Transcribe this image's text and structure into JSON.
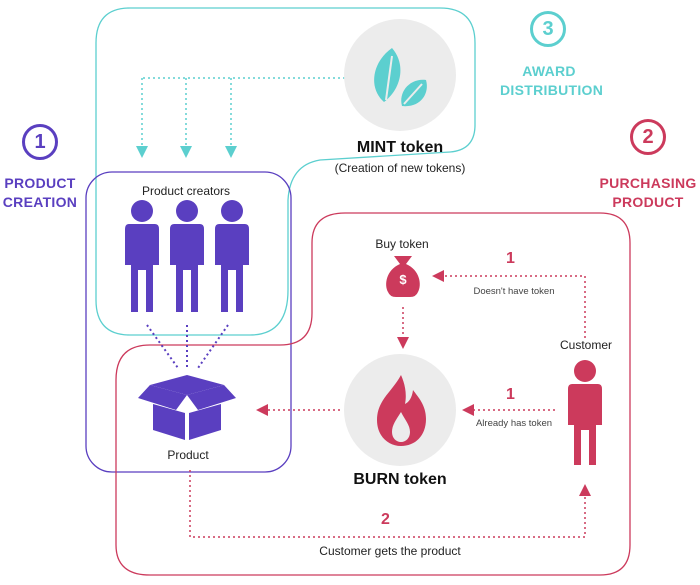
{
  "sections": {
    "creation": {
      "number": "1",
      "title_line1": "PRODUCT",
      "title_line2": "CREATION",
      "color": "#5a3fc0"
    },
    "purchasing": {
      "number": "2",
      "title_line1": "PURCHASING",
      "title_line2": "PRODUCT",
      "color": "#cc3a5c"
    },
    "award": {
      "number": "3",
      "title_line1": "AWARD",
      "title_line2": "DISTRIBUTION",
      "color": "#5ccfcf"
    }
  },
  "mint": {
    "title": "MINT token",
    "subtitle": "(Creation of new tokens)"
  },
  "burn": {
    "title": "BURN token"
  },
  "creators": {
    "label": "Product creators"
  },
  "product": {
    "label": "Product"
  },
  "buy_token": {
    "label": "Buy token",
    "bag_symbol": "$"
  },
  "customer": {
    "label": "Customer"
  },
  "flows": {
    "no_token": {
      "step": "1",
      "text": "Doesn't have token"
    },
    "has_token": {
      "step": "1",
      "text": "Already has token"
    },
    "gets_product": {
      "step": "2",
      "text": "Customer gets the product"
    }
  },
  "colors": {
    "purple": "#5a3fc0",
    "red": "#cc3a5c",
    "teal": "#5ccfcf",
    "circle_bg": "#ececec"
  }
}
